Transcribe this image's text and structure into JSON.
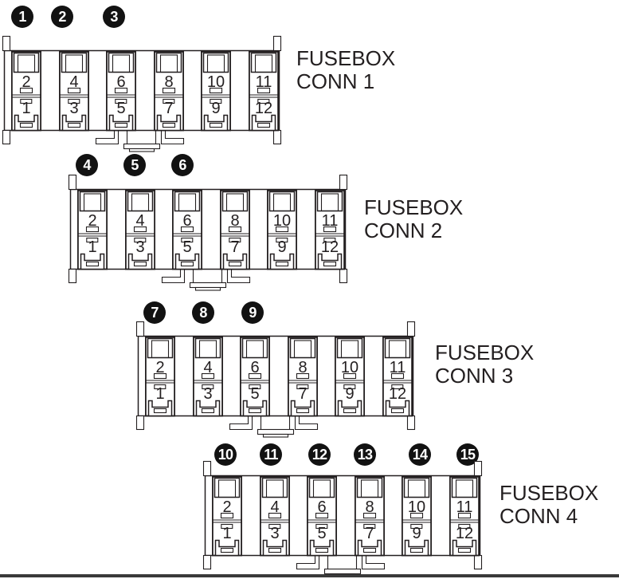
{
  "colors": {
    "background": "#ffffff",
    "stroke": "#231f20",
    "callout_bg": "#121212",
    "callout_text": "#ffffff",
    "divider": "#3a3a3a"
  },
  "fusebox": {
    "top_numbers": [
      "2",
      "4",
      "6",
      "8",
      "10",
      "11"
    ],
    "bottom_numbers": [
      "1",
      "3",
      "5",
      "7",
      "9",
      "12"
    ]
  },
  "rows": [
    {
      "label_line1": "FUSEBOX",
      "label_line2": "CONN 1",
      "callouts": [
        "1",
        "2",
        "3"
      ]
    },
    {
      "label_line1": "FUSEBOX",
      "label_line2": "CONN 2",
      "callouts": [
        "4",
        "5",
        "6"
      ]
    },
    {
      "label_line1": "FUSEBOX",
      "label_line2": "CONN 3",
      "callouts": [
        "7",
        "8",
        "9"
      ]
    },
    {
      "label_line1": "FUSEBOX",
      "label_line2": "CONN 4",
      "callouts": [
        "10",
        "11",
        "12",
        "13",
        "14",
        "15"
      ]
    }
  ]
}
